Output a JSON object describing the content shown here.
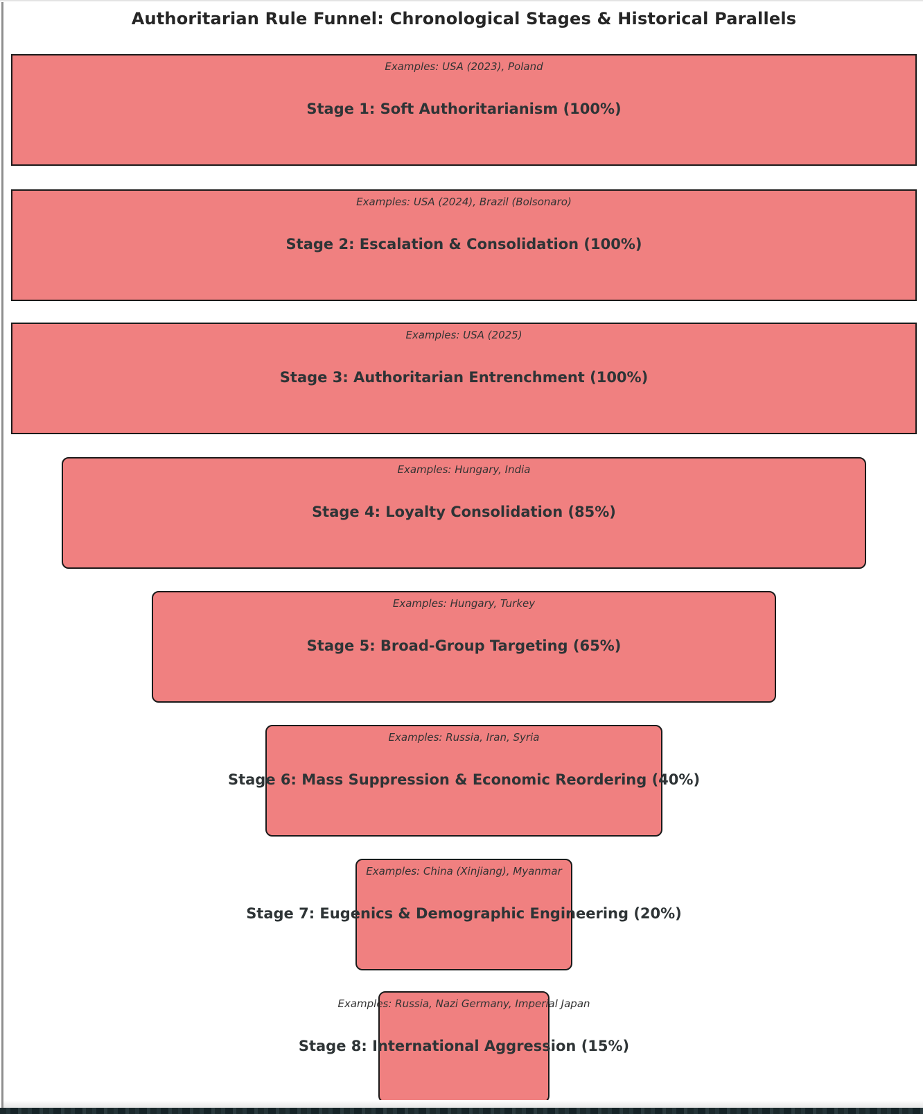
{
  "page_title": "Authoritarian Rule Funnel: Chronological Stages & Historical Parallels",
  "chart_data": {
    "type": "funnel",
    "title": "Authoritarian Rule Funnel: Chronological Stages & Historical Parallels",
    "orientation": "vertical",
    "bar_count": 8,
    "colors": {
      "bar_fill": "#f08080",
      "bar_border": "#1a1a1a",
      "title_text": "#262626",
      "stage_label_text": "#2e3436",
      "examples_text": "#333333",
      "background": "#ffffff"
    },
    "value_range_pct": [
      0,
      100
    ],
    "stages": [
      {
        "stage_number": 1,
        "label": "Stage 1: Soft Authoritarianism (100%)",
        "name": "Soft Authoritarianism",
        "value_pct": 100,
        "examples": "Examples: USA (2023), Poland"
      },
      {
        "stage_number": 2,
        "label": "Stage 2: Escalation & Consolidation (100%)",
        "name": "Escalation & Consolidation",
        "value_pct": 100,
        "examples": "Examples: USA (2024), Brazil (Bolsonaro)"
      },
      {
        "stage_number": 3,
        "label": "Stage 3: Authoritarian Entrenchment (100%)",
        "name": "Authoritarian Entrenchment",
        "value_pct": 100,
        "examples": "Examples: USA (2025)"
      },
      {
        "stage_number": 4,
        "label": "Stage 4: Loyalty Consolidation (85%)",
        "name": "Loyalty Consolidation",
        "value_pct": 85,
        "examples": "Examples: Hungary, India"
      },
      {
        "stage_number": 5,
        "label": "Stage 5: Broad-Group Targeting (65%)",
        "name": "Broad-Group Targeting",
        "value_pct": 65,
        "examples": "Examples: Hungary, Turkey"
      },
      {
        "stage_number": 6,
        "label": "Stage 6: Mass Suppression & Economic Reordering (40%)",
        "name": "Mass Suppression & Economic Reordering",
        "value_pct": 40,
        "examples": "Examples: Russia, Iran, Syria"
      },
      {
        "stage_number": 7,
        "label": "Stage 7: Eugenics & Demographic Engineering (20%)",
        "name": "Eugenics & Demographic Engineering",
        "value_pct": 20,
        "examples": "Examples: China (Xinjiang), Myanmar"
      },
      {
        "stage_number": 8,
        "label": "Stage 8: International Aggression (15%)",
        "name": "International Aggression",
        "value_pct": 15,
        "examples": "Examples: Russia, Nazi Germany, Imperial Japan"
      }
    ]
  }
}
